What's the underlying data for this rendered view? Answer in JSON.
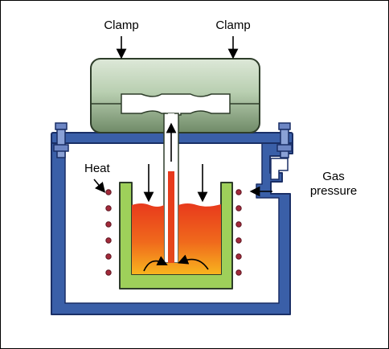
{
  "labels": {
    "clamp_left": "Clamp",
    "clamp_right": "Clamp",
    "heat": "Heat",
    "gas_line1": "Gas",
    "gas_line2": "pressure"
  },
  "colors": {
    "vessel_blue": "#3a5fa8",
    "vessel_blue_dark": "#1f3f85",
    "crucible_green": "#9ed05a",
    "clamp_green_light": "#c6d8bf",
    "clamp_green_dark": "#7d9675",
    "melt_red": "#e8391c",
    "melt_orange": "#f7a21b",
    "coil_red": "#a32a3a"
  }
}
